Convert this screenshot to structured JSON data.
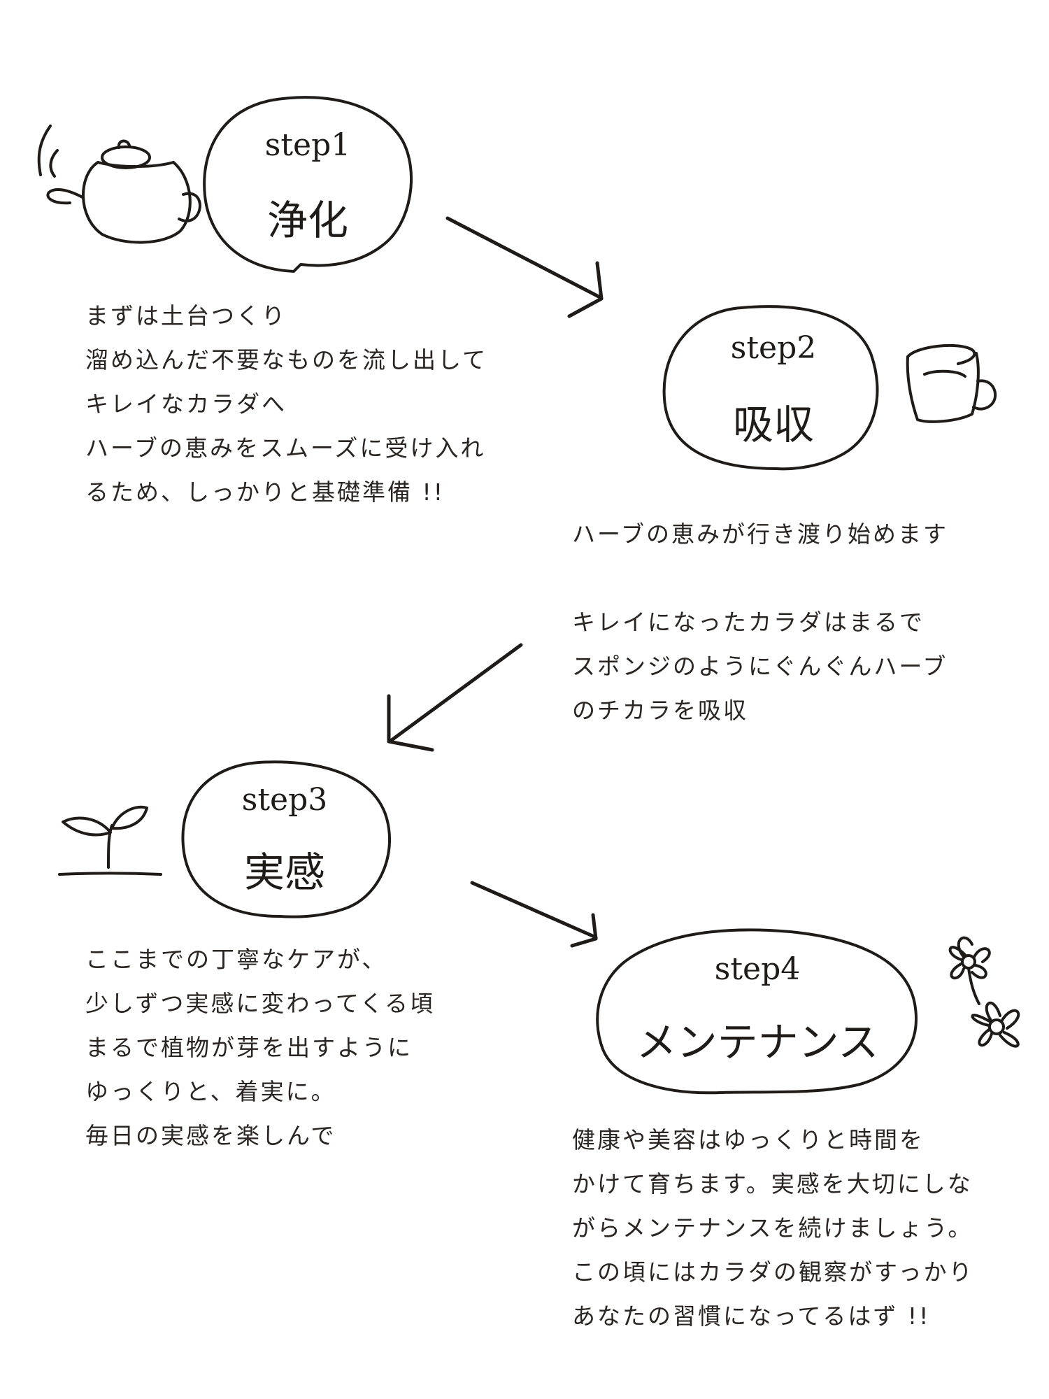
{
  "steps": [
    {
      "title": "step1",
      "heading": "浄化",
      "description": [
        "まずは土台つくり",
        "溜め込んだ不要なものを流し出して",
        "キレイなカラダへ",
        "ハーブの恵みをスムーズに受け入れ",
        "るため、しっかりと基礎準備 !!"
      ]
    },
    {
      "title": "step2",
      "heading": "吸収",
      "description": [
        "ハーブの恵みが行き渡り始めます",
        "",
        "キレイになったカラダはまるで",
        "スポンジのようにぐんぐんハーブ",
        "のチカラを吸収"
      ]
    },
    {
      "title": "step3",
      "heading": "実感",
      "description": [
        "ここまでの丁寧なケアが、",
        "少しずつ実感に変わってくる頃",
        "まるで植物が芽を出すように",
        "ゆっくりと、着実に。",
        "毎日の実感を楽しんで"
      ]
    },
    {
      "title": "step4",
      "heading": "メンテナンス",
      "description": [
        "健康や美容はゆっくりと時間を",
        "かけて育ちます。実感を大切にしな",
        "がらメンテナンスを続けましょう。",
        "この頃にはカラダの観察がすっかり",
        "あなたの習慣になってるはず !!"
      ]
    }
  ],
  "icons": [
    "teapot-icon",
    "cup-icon",
    "sprout-icon",
    "flower-icon"
  ]
}
